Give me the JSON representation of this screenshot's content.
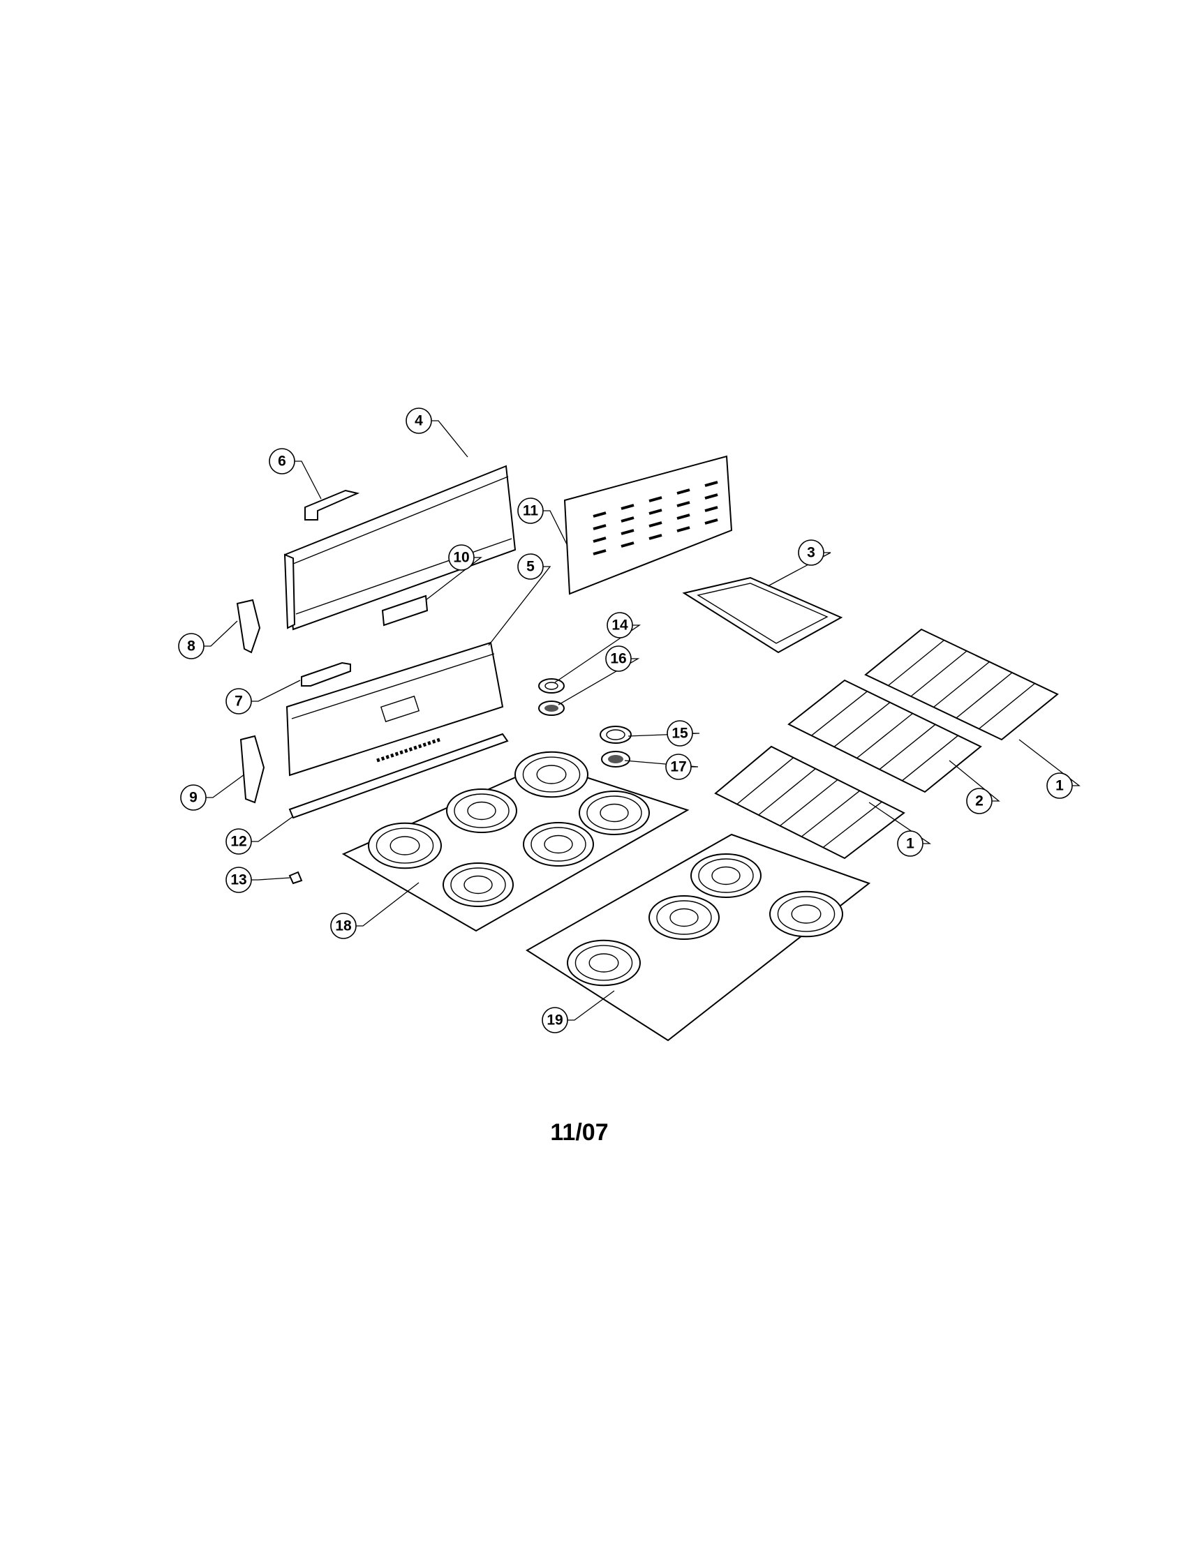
{
  "diagram": {
    "callouts": [
      "4",
      "6",
      "11",
      "10",
      "5",
      "3",
      "8",
      "14",
      "16",
      "7",
      "15",
      "17",
      "1",
      "9",
      "2",
      "12",
      "1",
      "13",
      "18",
      "19"
    ],
    "date_code": "11/07"
  }
}
